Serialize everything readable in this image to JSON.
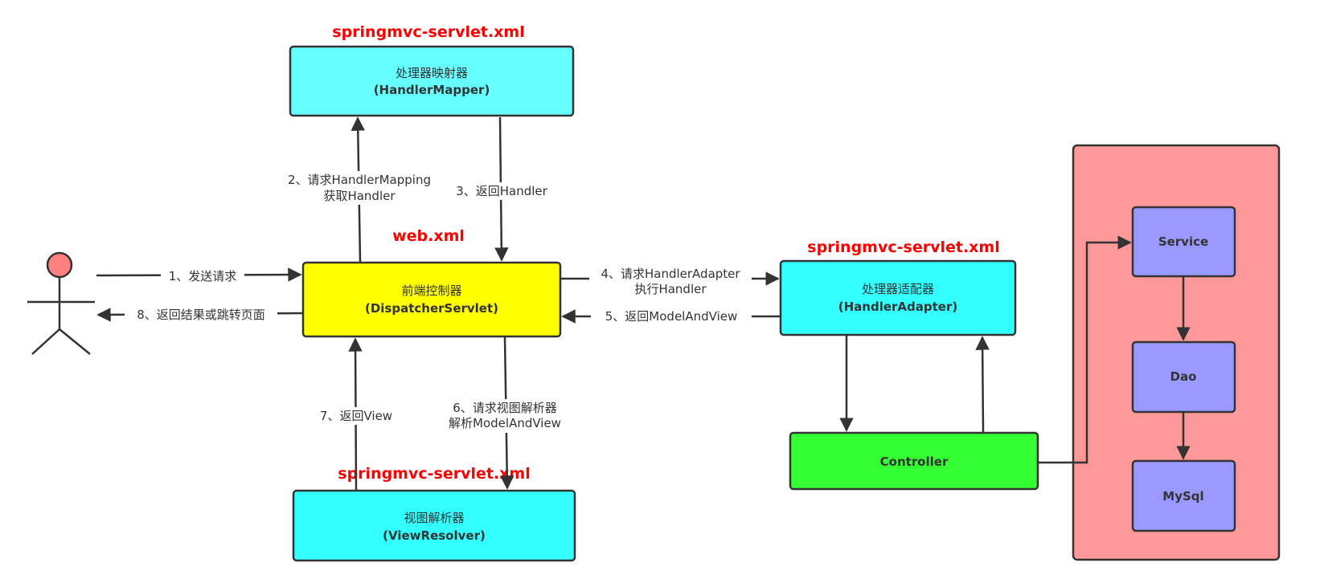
{
  "config_labels": {
    "handler_mapper": "springmvc-servlet.xml",
    "dispatcher": "web.xml",
    "handler_adapter": "springmvc-servlet.xml",
    "view_resolver": "springmvc-servlet.xml"
  },
  "boxes": {
    "handler_mapper": {
      "line1": "处理器映射器",
      "line2": "(HandlerMapper)",
      "color": "#66ffff"
    },
    "dispatcher": {
      "line1": "前端控制器",
      "line2": "(DispatcherServlet)",
      "color": "#ffff00"
    },
    "handler_adapter": {
      "line1": "处理器适配器",
      "line2": "(HandlerAdapter)",
      "color": "#33ffff"
    },
    "view_resolver": {
      "line1": "视图解析器",
      "line2": "(ViewResolver)",
      "color": "#33ffff"
    },
    "controller": {
      "label": "Controller",
      "color": "#33ff33"
    },
    "service": {
      "label": "Service",
      "color": "#9999ff"
    },
    "dao": {
      "label": "Dao",
      "color": "#9999ff"
    },
    "mysql": {
      "label": "MySql",
      "color": "#9999ff"
    },
    "container": {
      "color": "#ff9999"
    }
  },
  "actor": {
    "head_color": "#ff8080"
  },
  "steps": {
    "s1": "1、发送请求",
    "s2_line1": "2、请求HandlerMapping",
    "s2_line2": "获取Handler",
    "s3": "3、返回Handler",
    "s4_line1": "4、请求HandlerAdapter",
    "s4_line2": "执行Handler",
    "s5": "5、返回ModelAndView",
    "s6_line1": "6、请求视图解析器",
    "s6_line2": "解析ModelAndView",
    "s7": "7、返回View",
    "s8": "8、返回结果或跳转页面"
  }
}
